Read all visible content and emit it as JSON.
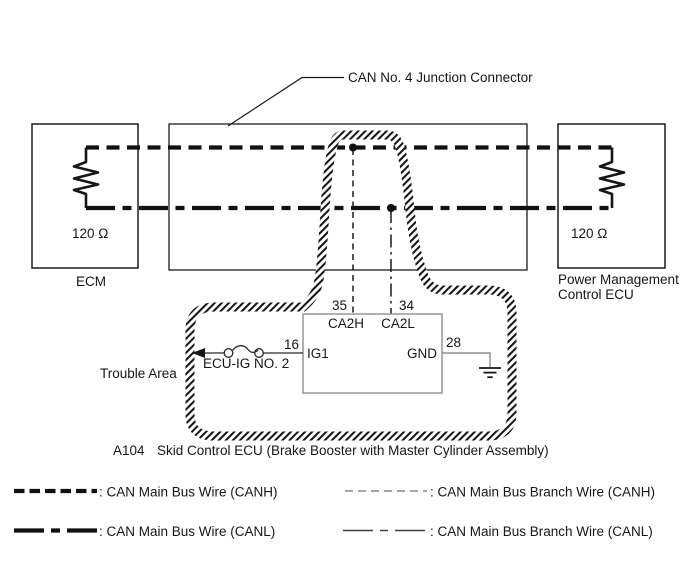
{
  "colors": {
    "line_black": "#161616",
    "wire_gray": "#8f8f8f",
    "ecu_box_gray": "#8f8f8f",
    "legend_branch_canh_gray": "#878787",
    "legend_branch_canl_dark": "#3f3f3f"
  },
  "diagram": {
    "junction_label": "CAN No. 4 Junction Connector",
    "ecm": {
      "name": "ECM",
      "resistance": "120 Ω"
    },
    "power_management": {
      "name_line1": "Power Management",
      "name_line2": "Control ECU",
      "resistance": "120 Ω"
    },
    "skid_ecu": {
      "pin_35": "35",
      "pin_34": "34",
      "pin_16": "16",
      "pin_28": "28",
      "port_ca2h": "CA2H",
      "port_ca2l": "CA2L",
      "port_ig1": "IG1",
      "port_gnd": "GND",
      "fuse_label": "ECU-IG NO. 2"
    },
    "trouble_area_label": "Trouble Area",
    "caption_code": "A104",
    "caption_text": "Skid Control ECU (Brake Booster with Master Cylinder Assembly)"
  },
  "legend": {
    "rows": [
      {
        "style": "thick-dashed",
        "label": ": CAN Main Bus Wire (CANH)"
      },
      {
        "style": "thick-dashdot",
        "label": ": CAN Main Bus Wire (CANL)"
      },
      {
        "style": "thin-dashed",
        "label": ": CAN Main Bus Branch Wire (CANH)"
      },
      {
        "style": "thin-dashdot",
        "label": ": CAN Main Bus Branch Wire (CANL)"
      }
    ]
  }
}
